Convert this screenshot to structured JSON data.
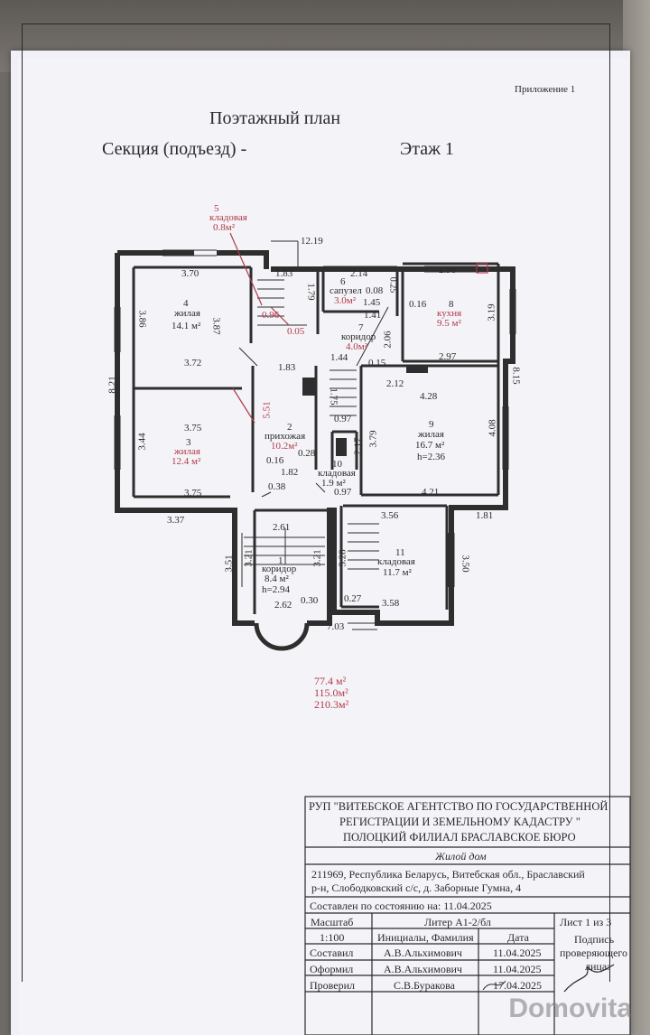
{
  "header": {
    "appendix": "Приложение 1",
    "title": "Поэтажный план",
    "section": "Секция (подъезд) -",
    "floor": "Этаж 1"
  },
  "rooms": [
    {
      "num": "5",
      "name": "кладовая",
      "area": "0.8м²"
    },
    {
      "num": "4",
      "name": "жилая",
      "area": "14.1 м²"
    },
    {
      "num": "6",
      "name": "сапузел",
      "area": "3.0м²"
    },
    {
      "num": "8",
      "name": "кухня",
      "area": "9.5 м²"
    },
    {
      "num": "7",
      "name": "коридор",
      "area": "4.0м²"
    },
    {
      "num": "3",
      "name": "жилая",
      "area": "12.4 м²"
    },
    {
      "num": "2",
      "name": "прихожая",
      "area": "10.2м²"
    },
    {
      "num": "9",
      "name": "жилая",
      "area": "16.7 м²",
      "height": "h=2.36"
    },
    {
      "num": "10",
      "name": "кладовая",
      "area": "1.9 м²"
    },
    {
      "num": "1",
      "name": "коридор",
      "area": "8.4 м²",
      "height": "h=2.94"
    },
    {
      "num": "11",
      "name": "кладовая",
      "area": "11.7 м²"
    }
  ],
  "dims": {
    "d1219": "12.19",
    "d370": "3.70",
    "d183a": "1.83",
    "d214": "2.14",
    "d298": "2.98",
    "d386": "3.86",
    "d387": "3.87",
    "d179": "1.79",
    "d096": "0.96",
    "d008": "0.08",
    "d145": "1.45",
    "d025": "0.25",
    "d016a": "0.16",
    "d319": "3.19",
    "d005": "0.05",
    "d141": "1.41",
    "d206": "2.06",
    "d821": "8.21",
    "d372": "3.72",
    "d183b": "1.83",
    "d144": "1.44",
    "d015": "0.15",
    "d297": "2.97",
    "d815": "8.15",
    "d212": "2.12",
    "d175": "1.75",
    "d428": "4.28",
    "d551": "5.51",
    "d375a": "3.75",
    "d097a": "0.97",
    "d344": "3.44",
    "d379": "3.79",
    "d408": "4.08",
    "d028": "0.28",
    "d217": "2.17",
    "d016b": "0.16",
    "d182": "1.82",
    "d038": "0.38",
    "d097b": "0.97",
    "d375b": "3.75",
    "d421": "4.21",
    "d337": "3.37",
    "d181": "1.81",
    "d261": "2.61",
    "d356": "3.56",
    "d351": "3.51",
    "d321a": "3.21",
    "d321b": "3.21",
    "d328": "3.28",
    "d350": "3.50",
    "d262": "2.62",
    "d030": "0.30",
    "d027": "0.27",
    "d358": "3.58",
    "d703": "7.03"
  },
  "totals": [
    "77.4 м²",
    "115.0м²",
    "210.3м²"
  ],
  "stamp": {
    "org1": "РУП \"ВИТЕБСКОЕ АГЕНТСТВО ПО ГОСУДАРСТВЕННОЙ",
    "org2": "РЕГИСТРАЦИИ И ЗЕМЕЛЬНОМУ КАДАСТРУ \"",
    "org3": "ПОЛОЦКИЙ ФИЛИАЛ БРАСЛАВСКОЕ БЮРО",
    "object": "Жилой дом",
    "address1": "211969, Республика Беларусь, Витебская обл., Браславский",
    "address2": "р-н, Слободковский с/с, д. Заборные Гумна, 4",
    "state": "Составлен по состоянию на: 11.04.2025",
    "scale_label": "Масштаб",
    "liter": "Литер  А1-2/бл",
    "sheet": "Лист  1  из  3",
    "scale": "1:100",
    "initials_label": "Инициалы, Фамилия",
    "date_label": "Дата",
    "sign_label1": "Подпись",
    "sign_label2": "проверяющего",
    "sign_label3": "лица:",
    "r1_role": "Составил",
    "r1_name": "А.В.Альхимович",
    "r1_date": "11.04.2025",
    "r2_role": "Оформил",
    "r2_name": "А.В.Альхимович",
    "r2_date": "11.04.2025",
    "r3_role": "Проверил",
    "r3_name": "С.В.Буракова",
    "r3_date": "17.04.2025"
  },
  "watermark": "Domovita",
  "colors": {
    "accent_red": "#b03a48",
    "ink": "#2a2a2a",
    "paper": "#f4f3f8"
  }
}
